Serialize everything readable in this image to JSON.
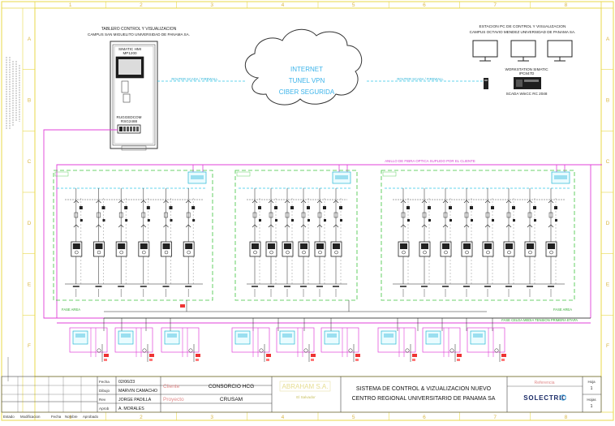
{
  "grid": {
    "columns": [
      "1",
      "2",
      "3",
      "4",
      "5",
      "6",
      "7",
      "8"
    ],
    "rows": [
      "A",
      "B",
      "C",
      "D",
      "E",
      "F"
    ]
  },
  "tablero": {
    "title_line1": "TABLERO CONTROL Y VISUALIZACION",
    "title_line2": "CAMPUS SAN MIGUELITO UNIVERSIDAD DE PANAMA SA.",
    "hmi_line1": "SIMATIC HMI",
    "hmi_line2": "MP1200",
    "switch_line1": "RUGGEDCOM",
    "switch_line2": "RSG2488"
  },
  "cloud": {
    "line1": "INTERNET",
    "line2": "TUNEL VPN",
    "line3": "CIBER SEGURIDA"
  },
  "link_left": "ROUTER SCADA / FIREWALL",
  "link_right": "ROUTER SCADA / FIREWALL",
  "estacion": {
    "title_line1": "ESTACION PC DE CONTROL Y VISUALIZACION",
    "title_line2": "CAMPUS OCTAVIO MENDEZ UNIVERSIDAD DE PANAMA SA.",
    "ws_line1": "WORKSTATION SIMATIC",
    "ws_line2": "IPC847D",
    "scada": "SCADA WinCC RC 2048"
  },
  "anillo_label": "ANILLO DE FIBRA OPTICA SUPLIDO POR EL CLIENTE",
  "fase_left": "FASE AREA",
  "fase_right": "FASE AREA",
  "fase_bottom": "FASE CELDA MEDIA TENSION PRIMERA ETAPA",
  "title_block": {
    "fecha_label": "Fecha",
    "fecha": "02/06/23",
    "dibujo_label": "Dibujo",
    "dibujo": "MARVIN CAMACHO",
    "rev_label": "Rev",
    "revisado": "JORGE PADILLA",
    "aprob_label": "Aprob",
    "aprobado": "A. MORALES",
    "cliente_label": "Cliente",
    "cliente": "CONSORCIO HCG",
    "proyecto_label": "Proyecto",
    "proyecto": "CRUSAM",
    "empresa_sub": "El Salvador",
    "sistema_line1": "SISTEMA DE CONTROL & VIZUALIZACION  NUEVO",
    "sistema_line2": "CENTRO REGIONAL UNIVERSITARIO DE PANAMA SA",
    "referencia_label": "Referencia",
    "logo": "SOLECTRIC",
    "hoja_label": "Hoja",
    "hoja": "1",
    "de_label": "Hojas",
    "de": "1",
    "bottom_cells": [
      "Estado",
      "Modificacion",
      "Fecha",
      "Nombre",
      "Aprobado"
    ]
  }
}
